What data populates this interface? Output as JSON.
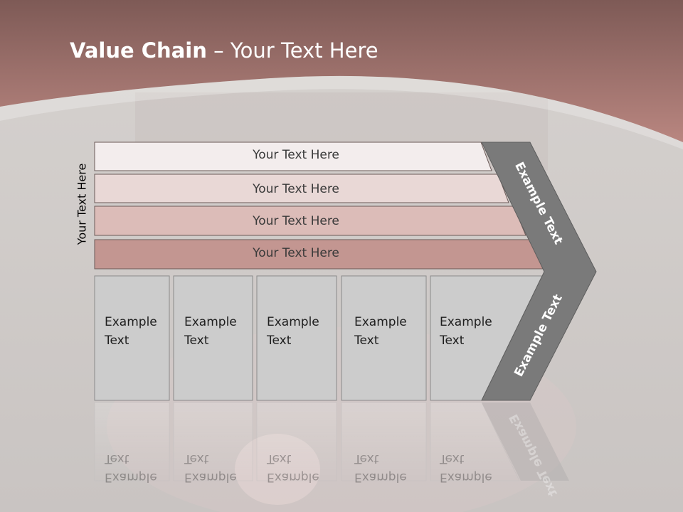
{
  "slide": {
    "title_bold": "Value Chain",
    "title_rest": " – Your Text Here",
    "side_label": "Your Text Here"
  },
  "rows": [
    {
      "text": "Your Text Here",
      "fill": "#f3eded"
    },
    {
      "text": "Your Text Here",
      "fill": "#e9d8d6"
    },
    {
      "text": "Your Text Here",
      "fill": "#dcbcb8"
    },
    {
      "text": "Your Text Here",
      "fill": "#c39691"
    }
  ],
  "boxes": [
    {
      "line1": "Example",
      "line2": "Text"
    },
    {
      "line1": "Example",
      "line2": "Text"
    },
    {
      "line1": "Example",
      "line2": "Text"
    },
    {
      "line1": "Example",
      "line2": "Text"
    },
    {
      "line1": "Example",
      "line2": "Text"
    }
  ],
  "chevron": {
    "upper_text": "Example Text",
    "lower_text": "Example Text"
  },
  "colors": {
    "header_band": "#b07a74",
    "background": "#cfcbc8",
    "chevron_fill": "#7a7a7a",
    "box_fill": "#cccccc"
  }
}
